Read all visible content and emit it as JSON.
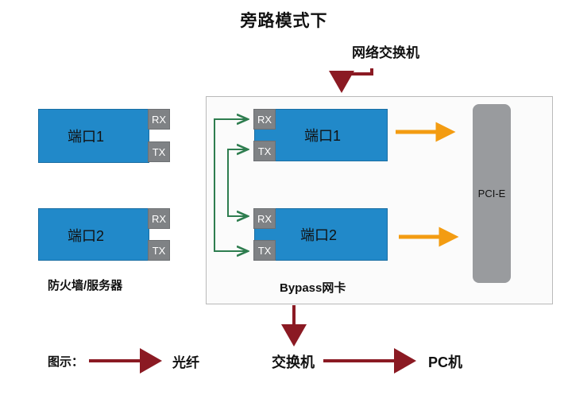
{
  "title": "旁路模式下",
  "switch_top_label": "网络交换机",
  "left_device": {
    "ports": [
      {
        "label": "端口1",
        "rx": "RX",
        "tx": "TX"
      },
      {
        "label": "端口2",
        "rx": "RX",
        "tx": "TX"
      }
    ],
    "caption": "防火墙/服务器"
  },
  "bypass_card": {
    "ports": [
      {
        "label": "端口1",
        "rx": "RX",
        "tx": "TX"
      },
      {
        "label": "端口2",
        "rx": "RX",
        "tx": "TX"
      }
    ],
    "caption": "Bypass网卡",
    "bus_label": "PCI-E"
  },
  "legend": {
    "prefix": "图示：",
    "fiber_label": "光纤"
  },
  "bottom": {
    "switch_label": "交换机",
    "pc_label": "PC机"
  },
  "colors": {
    "port_blue": "#2189c9",
    "rxtx_gray": "#7f8285",
    "fiber_red": "#8b1a23",
    "internal_green": "#2e7d4f",
    "bus_orange": "#f39c12",
    "pcie_gray": "#999b9e"
  }
}
